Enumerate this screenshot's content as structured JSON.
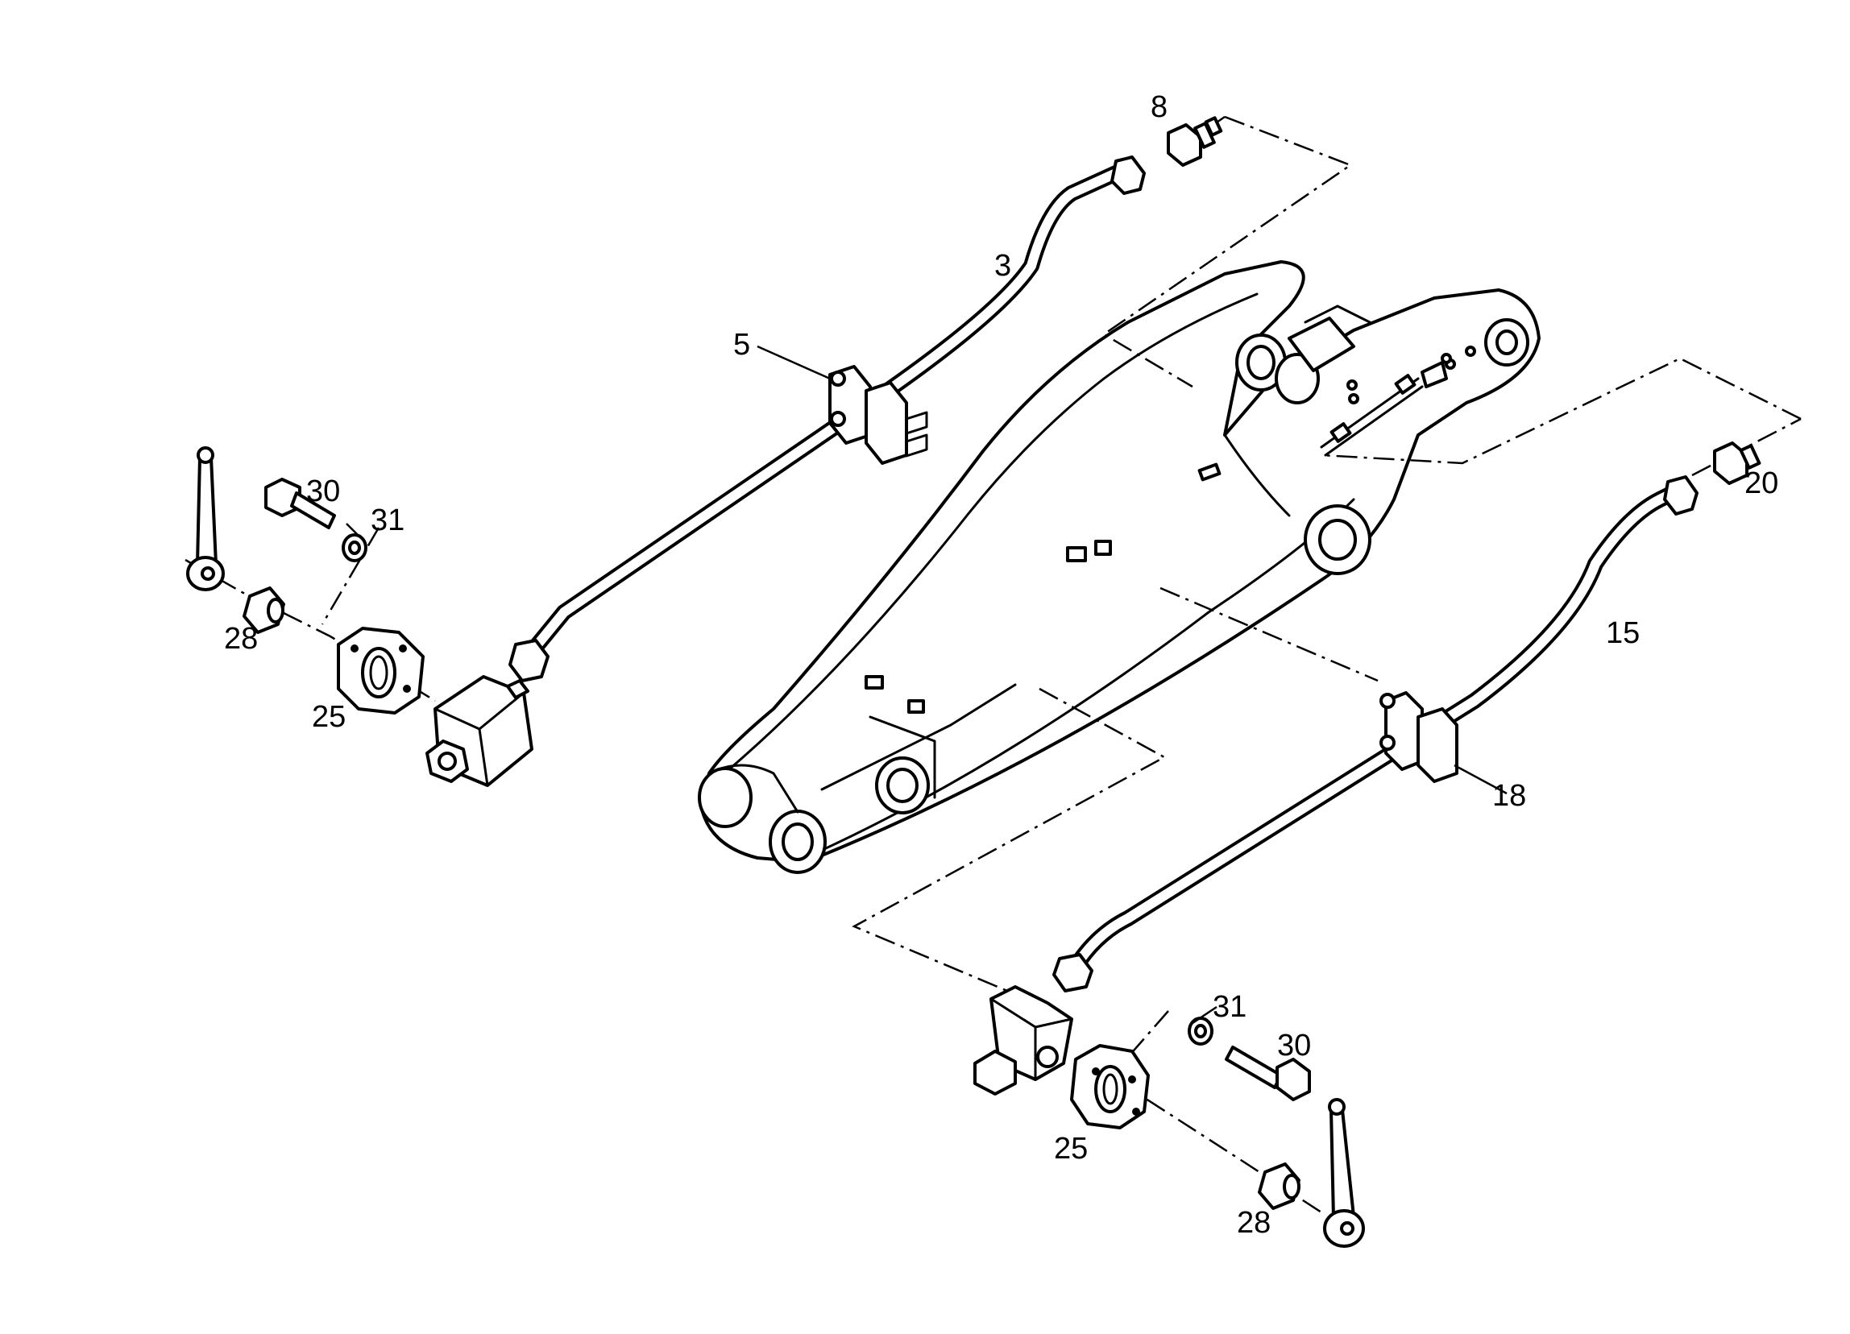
{
  "diagram": {
    "callouts": [
      {
        "id": "c8",
        "label": "8"
      },
      {
        "id": "c3",
        "label": "3"
      },
      {
        "id": "c5",
        "label": "5"
      },
      {
        "id": "c30a",
        "label": "30"
      },
      {
        "id": "c31a",
        "label": "31"
      },
      {
        "id": "c28a",
        "label": "28"
      },
      {
        "id": "c25a",
        "label": "25"
      },
      {
        "id": "c20",
        "label": "20"
      },
      {
        "id": "c15",
        "label": "15"
      },
      {
        "id": "c18",
        "label": "18"
      },
      {
        "id": "c31b",
        "label": "31"
      },
      {
        "id": "c30b",
        "label": "30"
      },
      {
        "id": "c25b",
        "label": "25"
      },
      {
        "id": "c28b",
        "label": "28"
      }
    ]
  }
}
